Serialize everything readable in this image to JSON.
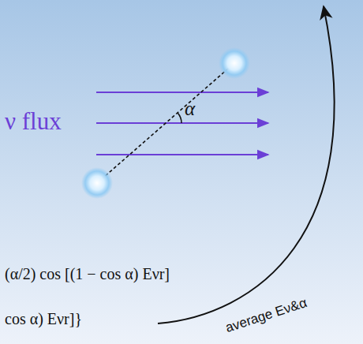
{
  "diagram": {
    "labels": [
      "ν flux",
      "α",
      "(α/2) cos [(1 − cos α) Eνr]",
      "cos α) Eνr]}",
      "average Eν&α"
    ]
  }
}
